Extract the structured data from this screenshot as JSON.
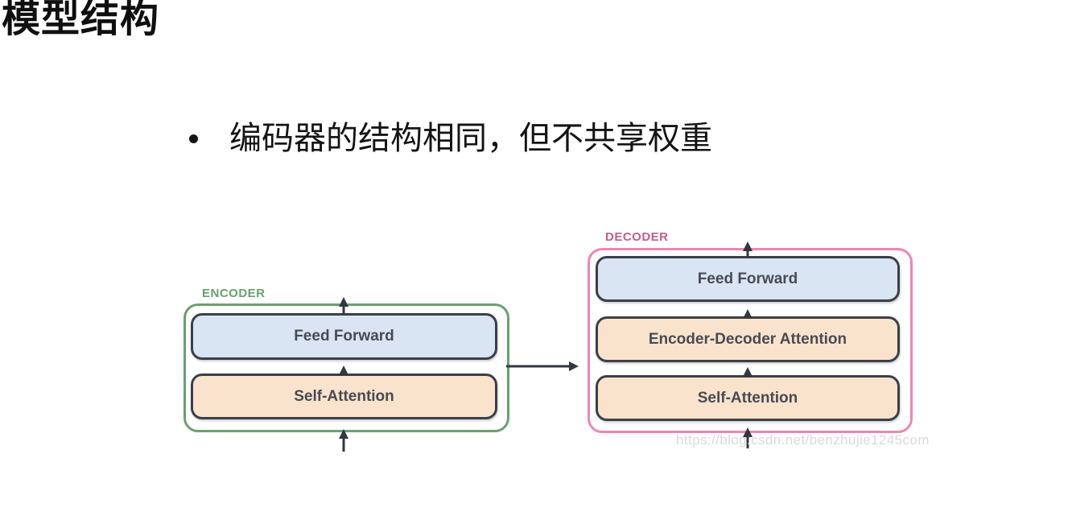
{
  "title": "模型结构",
  "bullet": {
    "text": "编码器的结构相同，但不共享权重"
  },
  "diagram": {
    "encoder": {
      "label": "ENCODER",
      "layers": [
        "Feed Forward",
        "Self-Attention"
      ]
    },
    "decoder": {
      "label": "DECODER",
      "layers": [
        "Feed Forward",
        "Encoder-Decoder Attention",
        "Self-Attention"
      ]
    },
    "colors": {
      "encoder_border": "#6aa070",
      "encoder_label": "#6aa070",
      "decoder_border": "#ee86b2",
      "decoder_label": "#c25f8b",
      "feed_forward_fill": "#d9e5f2",
      "attention_fill": "#fae3cc",
      "node_border": "#3b3f49",
      "node_text": "#474b54",
      "arrow": "#33373f",
      "watermark": "#dadada"
    }
  },
  "watermark": "https://blog.csdn.net/benzhujie1245com"
}
